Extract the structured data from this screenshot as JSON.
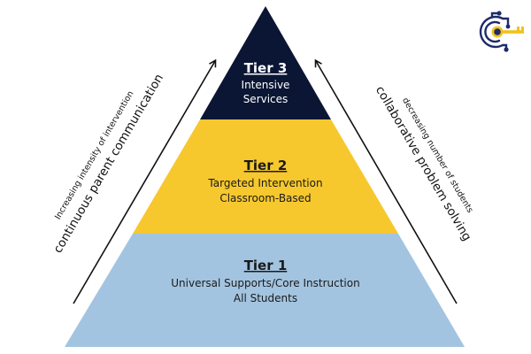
{
  "colors": {
    "tier3": "#0b1635",
    "tier2": "#f6c82e",
    "tier1": "#a3c4e0",
    "tier3_text": "#ffffff",
    "tier2_text": "#1a1a1a",
    "tier1_text": "#1a1a1a",
    "arrow": "#111111",
    "logo_navy": "#1d2b6b",
    "logo_gold": "#f2c21b"
  },
  "tiers": [
    {
      "title": "Tier 3",
      "lines": [
        "Intensive",
        "Services"
      ]
    },
    {
      "title": "Tier 2",
      "lines": [
        "Targeted Intervention",
        "Classroom-Based"
      ]
    },
    {
      "title": "Tier 1",
      "lines": [
        "Universal Supports/Core Instruction",
        "All Students"
      ]
    }
  ],
  "left_side": {
    "small": "Increasing intensity of intervention",
    "large": "continuous parent communication"
  },
  "right_side": {
    "small": "decreasing number of students",
    "large": "collaborative problem solving"
  },
  "logo": {
    "icon": "key-circuit-logo-icon"
  }
}
